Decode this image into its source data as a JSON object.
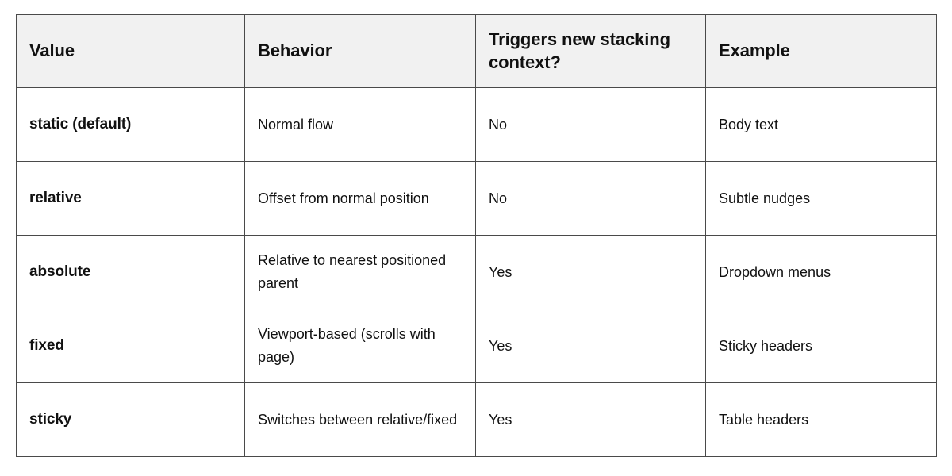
{
  "table": {
    "caption_visible": false,
    "colors": {
      "header_background": "#f1f1f1",
      "body_background": "#ffffff",
      "border": "#4a4a4a",
      "text": "#111111",
      "page_background": "#ffffff"
    },
    "columns": [
      {
        "key": "value",
        "label": "Value"
      },
      {
        "key": "behavior",
        "label": "Behavior"
      },
      {
        "key": "triggers",
        "label": "Triggers new stacking context?"
      },
      {
        "key": "example",
        "label": "Example"
      }
    ],
    "rows": [
      {
        "value": "static (default)",
        "behavior": "Normal flow",
        "triggers": "No",
        "example": "Body text"
      },
      {
        "value": "relative",
        "behavior": "Offset from normal position",
        "triggers": "No",
        "example": "Subtle nudges"
      },
      {
        "value": "absolute",
        "behavior": "Relative to nearest positioned parent",
        "triggers": "Yes",
        "example": "Dropdown menus"
      },
      {
        "value": "fixed",
        "behavior": "Viewport-based (scrolls with page)",
        "triggers": "Yes",
        "example": "Sticky headers"
      },
      {
        "value": "sticky",
        "behavior": "Switches between relative/fixed",
        "triggers": "Yes",
        "example": "Table headers"
      }
    ]
  }
}
